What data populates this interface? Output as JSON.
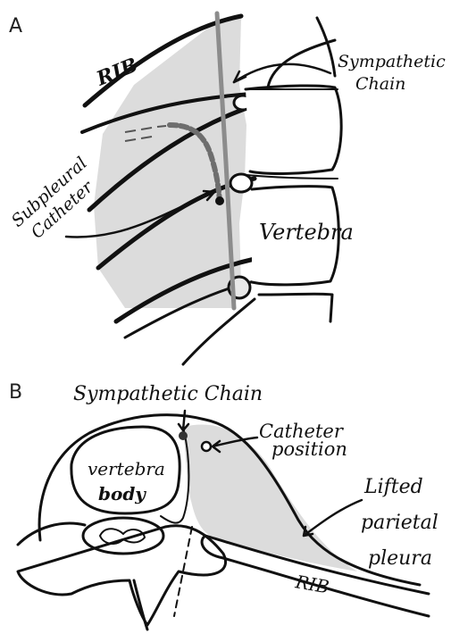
{
  "panel_a": {
    "label": "A",
    "rib_label": "RIB",
    "sympathetic_chain_label": [
      "Sympathetic",
      "Chain"
    ],
    "catheter_label": [
      "Subpleural",
      "Catheter"
    ],
    "vertebra_label": "Vertebra"
  },
  "panel_b": {
    "label": "B",
    "sympathetic_chain_label": "Sympathetic Chain",
    "catheter_position_label": [
      "Catheter",
      "position"
    ],
    "vertebra_body_label": [
      "vertebra",
      "body"
    ],
    "lifted_pleura_label": [
      "Lifted",
      "parietal",
      "pleura"
    ],
    "rib_label": "RIB"
  },
  "colors": {
    "ink": "#111111",
    "pleura_shade": "#dcdcdc",
    "chain_gray": "#8c8c8c",
    "catheter_gray": "#6e6e6e"
  }
}
